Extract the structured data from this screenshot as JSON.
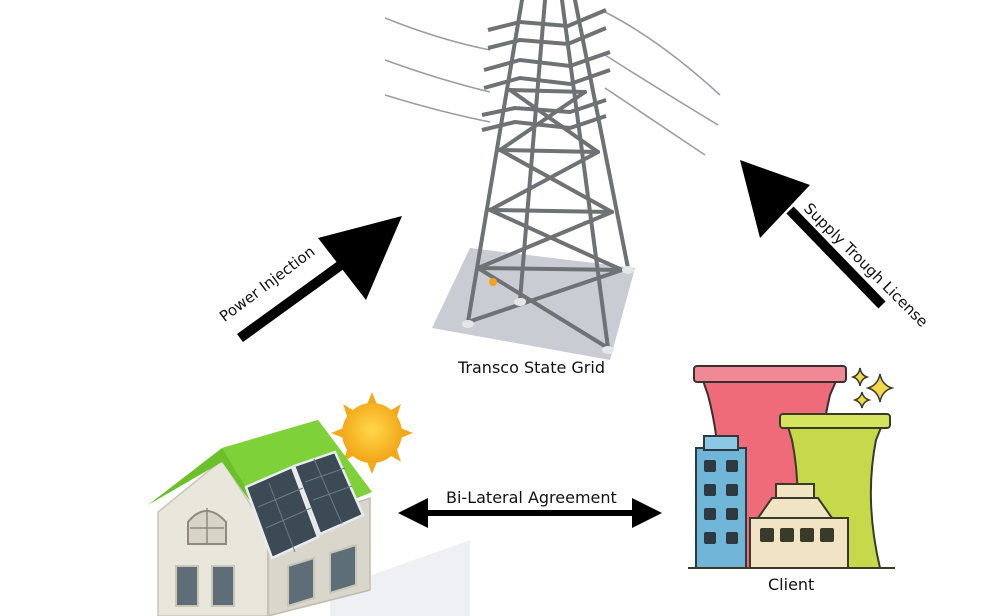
{
  "labels": {
    "grid": "Transco State Grid",
    "power_injection": "Power Injection",
    "supply_license": "Supply Trough License",
    "agreement": "Bi-Lateral Agreement",
    "client": "Client"
  },
  "colors": {
    "arrow": "#000000",
    "roof": "#6cc02a",
    "solar_panel": "#3c4a55",
    "sun": "#f6b81d",
    "chimney_red": "#ef6b7a",
    "chimney_green": "#c5d94a",
    "building_blue": "#6fb6d8",
    "building_cream": "#f1e4c4",
    "tower": "#6e7275",
    "tower_shadow": "#c9ccd3"
  }
}
